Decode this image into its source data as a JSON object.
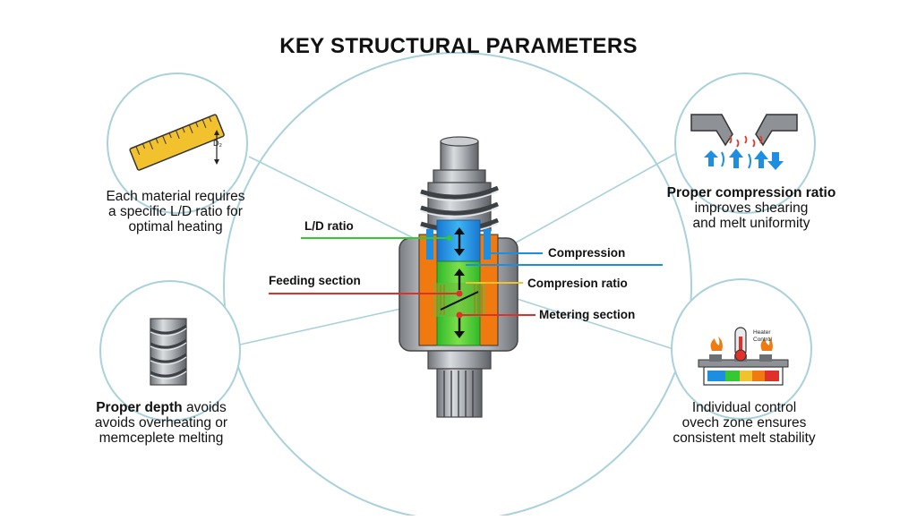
{
  "title": "KEY STRUCTURAL PARAMETERS",
  "callouts": {
    "ld_ratio": "L/D ratio",
    "feeding_section": "Feeding section",
    "compression": "Compression",
    "compression_ratio": "Compresion ratio",
    "metering_section": "Metering section"
  },
  "captions": {
    "top_left": {
      "line1": "Each material requires",
      "line2": "a specific L/D ratio for",
      "line3": "optimal heating"
    },
    "top_right": {
      "bold": "Proper compression ratio",
      "line2": "improves shearing",
      "line3": "and melt uniformity"
    },
    "bottom_left": {
      "bold": "Proper depth",
      "rest": " avoids",
      "line2": "avoids overheating or",
      "line3": "memceplete melting"
    },
    "bottom_right": {
      "line1": "Individual control",
      "line2": "ovech zone ensures",
      "line3": "consistent melt stability"
    }
  },
  "icons": {
    "ruler_mark": "D₂",
    "heater_label_1": "Heater",
    "heater_label_2": "Control"
  },
  "colors": {
    "feed_zone": "#1e8fe0",
    "compression_zone": "#35c832",
    "barrel_side": "#f07a10",
    "ruler": "#f2c12e",
    "line": "#9fcbd6"
  }
}
